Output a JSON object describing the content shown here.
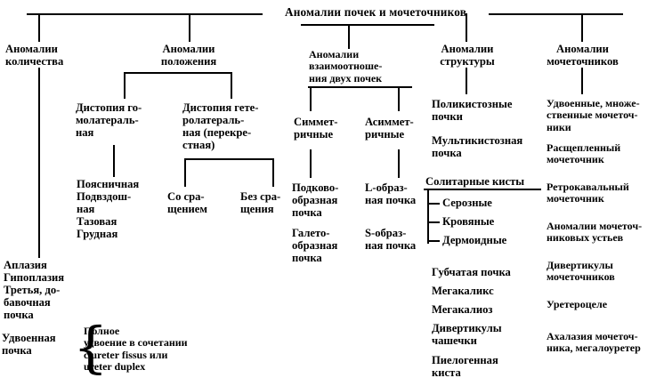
{
  "diagram": {
    "title": "Аномалии почек и мочеточников",
    "level1": [
      {
        "key": "quantity",
        "label": "Аномалии\nколичества"
      },
      {
        "key": "position",
        "label": "Аномалии\nположения"
      },
      {
        "key": "relation",
        "label": "Аномалии\nвзаимоотноше-\nния двух почек"
      },
      {
        "key": "structure",
        "label": "Аномалии\nструктуры"
      },
      {
        "key": "ureters",
        "label": "Аномалии\nмочеточников"
      }
    ],
    "quantity": {
      "items": "Аплазия\nГипоплазия\nТретья, до-\nбавочная\nпочка",
      "doubled": "Удвоенная\nпочка",
      "brace_note": "Полное\nудвоение в сочетании\nс ureter fissus или\nureter duplex"
    },
    "position": {
      "homolateral": {
        "label": "Дистопия го-\nмолатераль-\nная",
        "items": "Поясничная\nПодвздош-\nная\nТазовая\nГрудная"
      },
      "heterolateral": {
        "label": "Дистопия гете-\nролатераль-\nная  (перекре-\nстная)",
        "children": [
          {
            "label": "Со сра-\nщением"
          },
          {
            "label": "Без сра-\nщения"
          }
        ]
      }
    },
    "relation": {
      "children": [
        {
          "label": "Симмет-\nричные",
          "items": [
            "Подково-\nобразная\nпочка",
            "Галето-\nобразная\nпочка"
          ]
        },
        {
          "label": "Асиммет-\nричные",
          "items": [
            "L-образ-\nная почка",
            "S-образ-\nная почка"
          ]
        }
      ]
    },
    "structure": {
      "items_top": [
        "Поликистозные\nпочки",
        "Мультикистозная\nпочка"
      ],
      "cysts_header": "Солитарные кисты",
      "cysts": [
        "Серозные",
        "Кровяные",
        "Дермоидные"
      ],
      "items_bottom": [
        "Губчатая почка",
        "Мегакаликс",
        "Мегакалиоз",
        "Дивертикулы\nчашечки",
        "Пиелогенная\nкиста"
      ]
    },
    "ureters": {
      "items": [
        "Удвоенные, множе-\nственные мочеточ-\nники",
        "Расщепленный\nмочеточник",
        "Ретрокавальный\nмочеточник",
        "Аномалии мочеточ-\nниковых устьев",
        "Дивертикулы\nмочеточников",
        "Уретероцеле",
        "Ахалазия мочеточ-\nника, мегалоуретер"
      ]
    }
  }
}
